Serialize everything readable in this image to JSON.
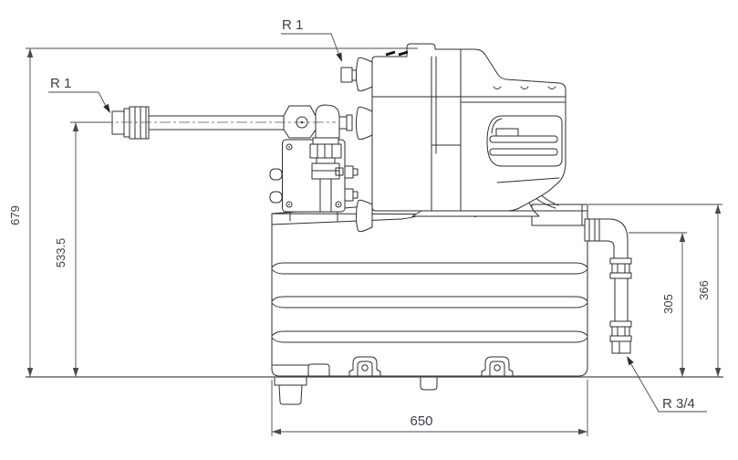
{
  "drawing": {
    "labels": {
      "port_inlet_top": "R 1",
      "port_inlet_left": "R 1",
      "port_outlet_bottom": "R 3/4"
    },
    "dimensions": {
      "overall_height": "679",
      "inlet_centerline_height": "533.5",
      "tank_length": "650",
      "outlet_elbow_height": "305",
      "outlet_top_height": "366"
    },
    "colors": {
      "line": "#2e2e2e",
      "dimension_line": "#4a4a4a",
      "text": "#3a4048",
      "background": "#ffffff"
    }
  }
}
